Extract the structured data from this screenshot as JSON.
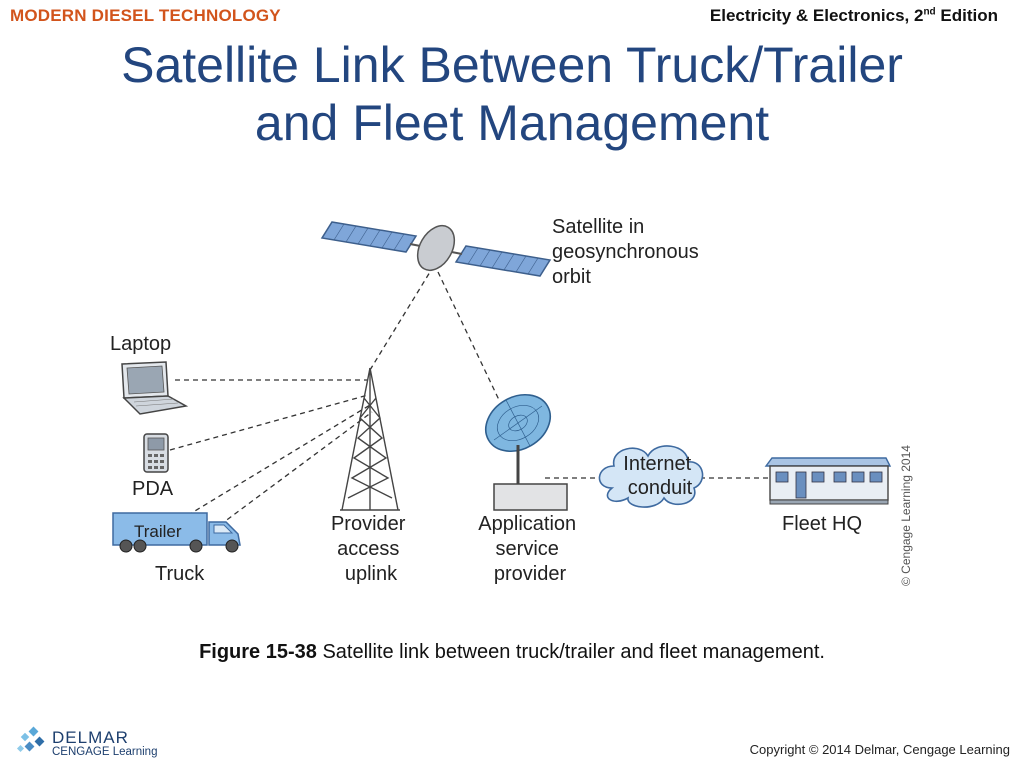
{
  "header": {
    "brand": "MODERN DIESEL TECHNOLOGY",
    "edition_text": "Electricity & Electronics, 2",
    "edition_sup": "nd",
    "edition_suffix": " Edition"
  },
  "title": {
    "line1": "Satellite Link Between Truck/Trailer",
    "line2": "and Fleet Management"
  },
  "diagram": {
    "satellite_label": [
      "Satellite in",
      "geosynchronous",
      "orbit"
    ],
    "laptop_label": "Laptop",
    "pda_label": "PDA",
    "trailer_label": "Trailer",
    "truck_label": "Truck",
    "provider_label": [
      "Provider",
      "access",
      "uplink"
    ],
    "asp_label": [
      "Application",
      "service",
      "provider"
    ],
    "internet_label": [
      "Internet",
      "conduit"
    ],
    "fleet_label": "Fleet HQ",
    "watermark": "© Cengage Learning 2014"
  },
  "caption": {
    "figure": "Figure 15-38",
    "text": " Satellite link between truck/trailer and fleet management."
  },
  "footer": {
    "logo_name": "DELMAR",
    "logo_sub": "CENGAGE Learning",
    "copyright": "Copyright © 2014 Delmar, Cengage Learning"
  },
  "colors": {
    "brand": "#d2541c",
    "title": "#23467f",
    "panel_blue": "#6f9fd8",
    "trailer_blue": "#7fb2e6"
  }
}
